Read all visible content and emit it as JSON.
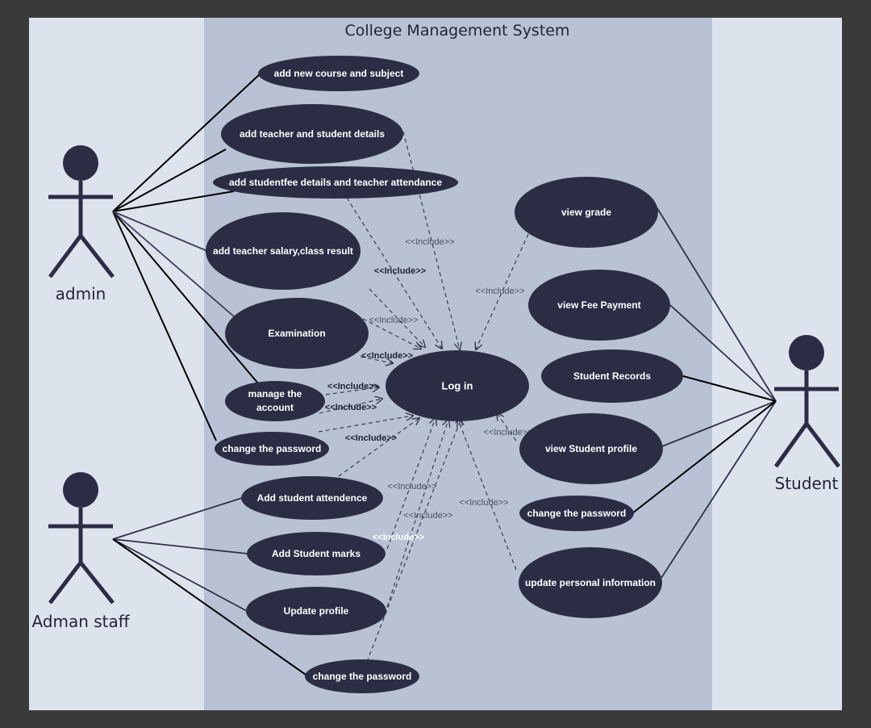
{
  "system_title": "College Management System",
  "actors": {
    "admin": "admin",
    "staff": "Adman staff",
    "student": "Student"
  },
  "admin_use_cases": {
    "add_course": "add new course and subject",
    "add_teacher_student": "add teacher and student details",
    "add_fee_attendance": "add studentfee details and teacher attendance",
    "add_salary_result": "add teacher salary,class result",
    "examination": "Examination",
    "manage_account_1": "manage the",
    "manage_account_2": "account",
    "change_password": "change the password"
  },
  "staff_use_cases": {
    "add_attendance": "Add student attendence",
    "add_marks": "Add Student marks",
    "update_profile": "Update profile",
    "change_password": "change the password"
  },
  "student_use_cases": {
    "view_grade": "view grade",
    "view_fee": "view Fee Payment",
    "records": "Student Records",
    "view_profile": "view Student profile",
    "change_password": "change the password",
    "update_info": "update personal information"
  },
  "login": "Log in",
  "include_label": "<<Include>>",
  "colors": {
    "outer_bg": "#3a3a3a",
    "side_panel": "#dde3ed",
    "system_panel": "#b9c2d5",
    "use_case_fill": "#2b2d45",
    "line": "#2e3148"
  }
}
